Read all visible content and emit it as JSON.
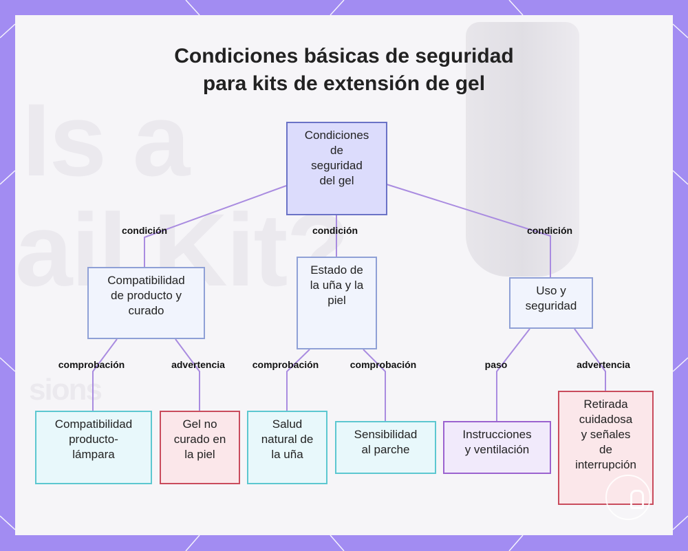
{
  "title": {
    "line1": "Condiciones básicas de seguridad",
    "line2": "para kits de extensión de gel"
  },
  "background_text": {
    "word1": "Is a",
    "word2": "ail Kit?",
    "word3": "sions"
  },
  "nodes": {
    "root": [
      "Condiciones",
      "de",
      "seguridad",
      "del gel"
    ],
    "compat": [
      "Compatibilidad",
      "de producto y",
      "curado"
    ],
    "estado": [
      "Estado de",
      "la uña y la",
      "piel"
    ],
    "uso": [
      "Uso y",
      "seguridad"
    ],
    "lampara": [
      "Compatibilidad",
      "producto-",
      "lámpara"
    ],
    "gel": [
      "Gel no",
      "curado en",
      "la piel"
    ],
    "salud": [
      "Salud",
      "natural de",
      "la uña"
    ],
    "sensibilidad": [
      "Sensibilidad",
      "al parche"
    ],
    "instrucciones": [
      "Instrucciones",
      "y ventilación"
    ],
    "retirada": [
      "Retirada",
      "cuidadosa",
      "y señales",
      "de",
      "interrupción"
    ]
  },
  "edge_labels": {
    "root_compat": "condición",
    "root_estado": "condición",
    "root_uso": "condición",
    "compat_lampara": "comprobación",
    "compat_gel": "advertencia",
    "estado_salud": "comprobación",
    "estado_sensibilidad": "comprobación",
    "uso_instrucciones": "paso",
    "uso_retirada": "advertencia"
  },
  "colors": {
    "frame": "#a28cf2",
    "edge": "#a98be0",
    "root_fill": "#dcdcfc",
    "root_border": "#6a72c6",
    "level1_border": "#8fa0d6",
    "check_border": "#5cc7d0",
    "warning_border": "#c94b5c",
    "step_border": "#9b62cf"
  }
}
